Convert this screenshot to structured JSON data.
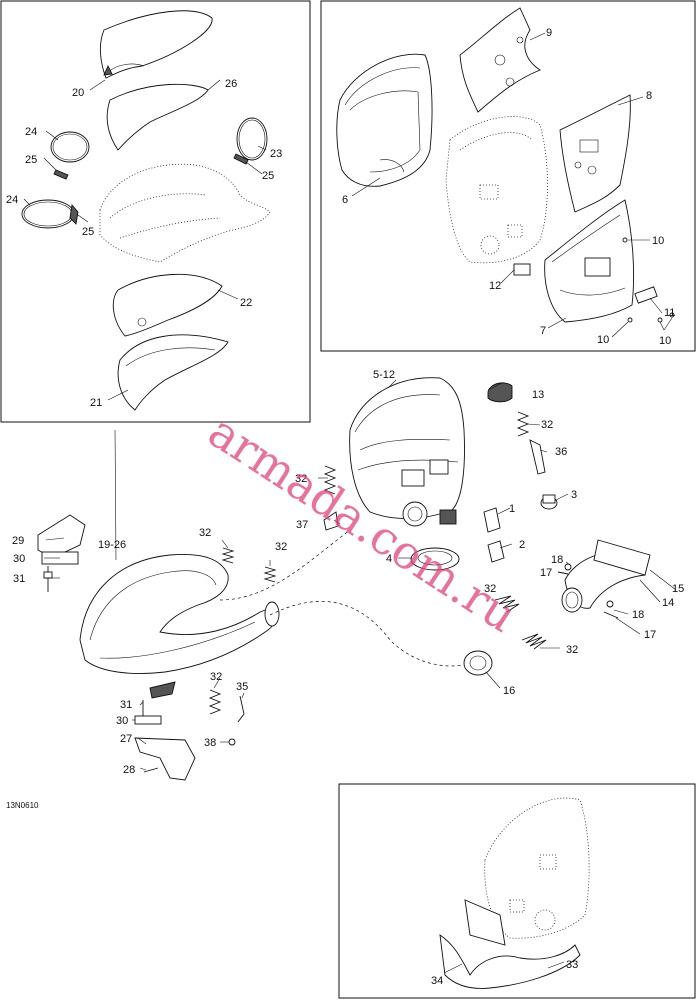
{
  "diagram": {
    "drawing_code": "13N0610",
    "watermark": "armada.com.ru",
    "labels": {
      "l20": "20",
      "l26": "26",
      "l24a": "24",
      "l23": "23",
      "l25a": "25",
      "l25b": "25",
      "l24b": "24",
      "l25c": "25",
      "l22": "22",
      "l21": "21",
      "l9": "9",
      "l8": "8",
      "l6": "6",
      "l10a": "10",
      "l12": "12",
      "l11": "11",
      "l7": "7",
      "l10b": "10",
      "l10c": "10",
      "l512": "5-12",
      "l13": "13",
      "l32a": "32",
      "l36": "36",
      "l32b": "32",
      "l3": "3",
      "l1": "1",
      "l37": "37",
      "l2": "2",
      "l4": "4",
      "l29": "29",
      "l1926": "19-26",
      "l32c": "32",
      "l32d": "32",
      "l30a": "30",
      "l31a": "31",
      "l18a": "18",
      "l17a": "17",
      "l15": "15",
      "l32e": "32",
      "l14": "14",
      "l18b": "18",
      "l17b": "17",
      "l32f": "32",
      "l16": "16",
      "l32g": "32",
      "l35": "35",
      "l31b": "31",
      "l30b": "30",
      "l27": "27",
      "l38": "38",
      "l28": "28",
      "l34": "34",
      "l33": "33"
    }
  }
}
